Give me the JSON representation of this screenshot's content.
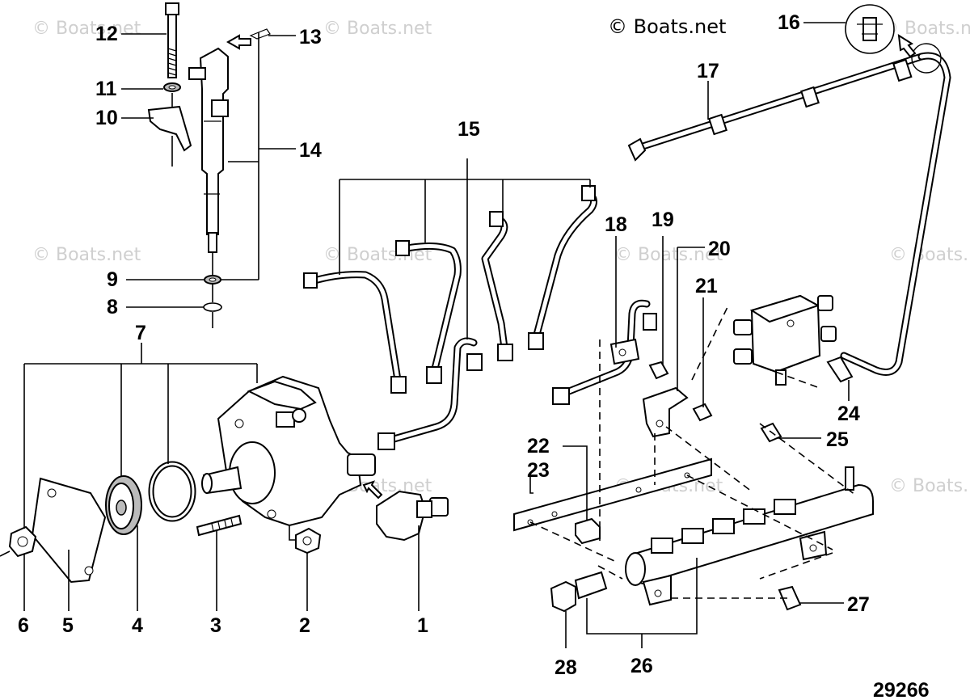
{
  "diagram": {
    "figure_number": "29266",
    "copyright": "© Boats.net",
    "watermark": "© Boats.net",
    "callouts": [
      "1",
      "2",
      "3",
      "4",
      "5",
      "6",
      "7",
      "8",
      "9",
      "10",
      "11",
      "12",
      "13",
      "14",
      "15",
      "16",
      "17",
      "18",
      "19",
      "20",
      "21",
      "22",
      "23",
      "24",
      "25",
      "26",
      "27",
      "28"
    ]
  }
}
